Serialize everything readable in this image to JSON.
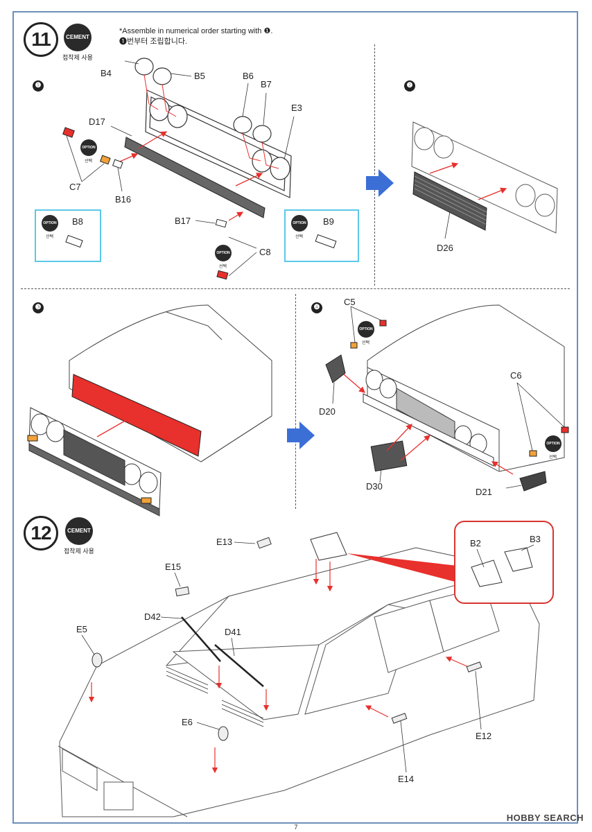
{
  "step11": {
    "number": "11",
    "cement": "CEMENT",
    "cement_sub": "접착제 사용",
    "note_en": "*Assemble in numerical order starting with ❶.",
    "note_ko": "❶번부터 조립합니다."
  },
  "sub_steps": [
    "❶",
    "❷",
    "❸",
    "❹"
  ],
  "option_badge": "OPTION",
  "option_sub": "선택",
  "parts_s1": {
    "b4": "B4",
    "b5": "B5",
    "b6": "B6",
    "b7": "B7",
    "e3": "E3",
    "d17": "D17",
    "c7": "C7",
    "b16": "B16",
    "b8": "B8",
    "b17": "B17",
    "c8": "C8",
    "b9": "B9"
  },
  "parts_s2": {
    "d26": "D26"
  },
  "parts_s4": {
    "c5": "C5",
    "c6": "C6",
    "d20": "D20",
    "d30": "D30",
    "d21": "D21"
  },
  "step12": {
    "number": "12",
    "cement": "CEMENT",
    "cement_sub": "접착제 사용",
    "parts": {
      "e13": "E13",
      "e15": "E15",
      "d42": "D42",
      "d41": "D41",
      "e5": "E5",
      "e6": "E6",
      "e12": "E12",
      "e14": "E14",
      "b2": "B2",
      "b3": "B3"
    }
  },
  "page_number": "7",
  "watermark": "HOBBY SEARCH",
  "colors": {
    "arrow_blue": "#3b6fd6",
    "highlight_red": "#e8302c",
    "box_cyan": "#5bc8e8",
    "amber": "#f2a23a"
  }
}
